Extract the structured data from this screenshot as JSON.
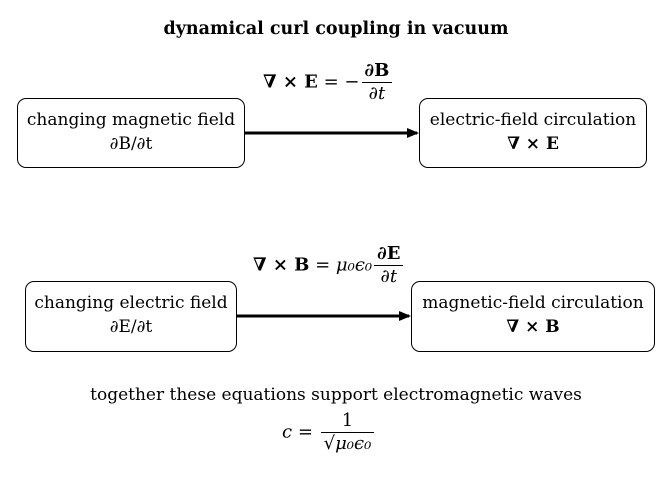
{
  "title": "dynamical curl coupling in vacuum",
  "coupling1": {
    "source": {
      "line1": "changing magnetic field",
      "line2": "∂B/∂t"
    },
    "target": {
      "line1": "electric-field circulation",
      "line2": "∇ × E"
    },
    "equation": {
      "lhs": "∇ × E",
      "rel": " = −",
      "num": "∂B",
      "den": "∂t"
    }
  },
  "coupling2": {
    "source": {
      "line1": "changing electric field",
      "line2": "∂E/∂t"
    },
    "target": {
      "line1": "magnetic-field circulation",
      "line2": "∇ × B"
    },
    "equation": {
      "lhs": "∇ × B",
      "rel": " = μ₀ϵ₀",
      "num": "∂E",
      "den": "∂t"
    }
  },
  "footer": {
    "note": "together these equations support electromagnetic waves",
    "formula": {
      "lhs": "c",
      "rel": " = ",
      "num": "1",
      "den": "√μ₀ϵ₀"
    }
  },
  "colors": {
    "stroke": "#000000",
    "background": "#ffffff"
  }
}
